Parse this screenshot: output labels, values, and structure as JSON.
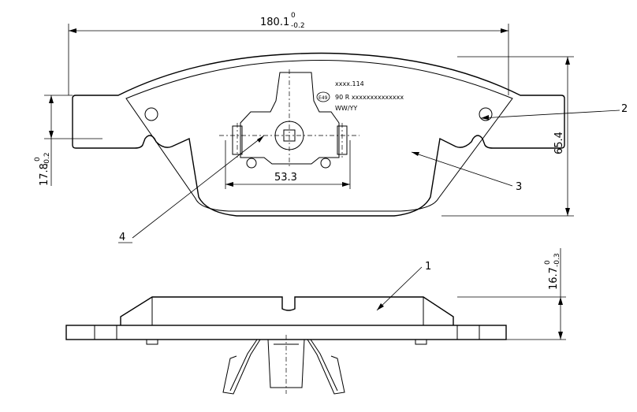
{
  "dimensions": {
    "overall_width": {
      "value": "180.1",
      "tol_upper": "0",
      "tol_lower": "-0.2"
    },
    "height": {
      "value": "65.4"
    },
    "ear_height": {
      "value": "17.8",
      "tol_upper": "0",
      "tol_lower": "-0.2"
    },
    "sensor_width": {
      "value": "53.3"
    },
    "thickness": {
      "value": "16.7",
      "tol_upper": "0",
      "tol_lower": "-0.3"
    }
  },
  "callouts": [
    "1",
    "2",
    "3",
    "4"
  ],
  "markings": {
    "line1": "xxxx.114",
    "emark": "E49",
    "line2": "90 R xxxxxxxxxxxxxx",
    "line3": "WW/YY"
  }
}
